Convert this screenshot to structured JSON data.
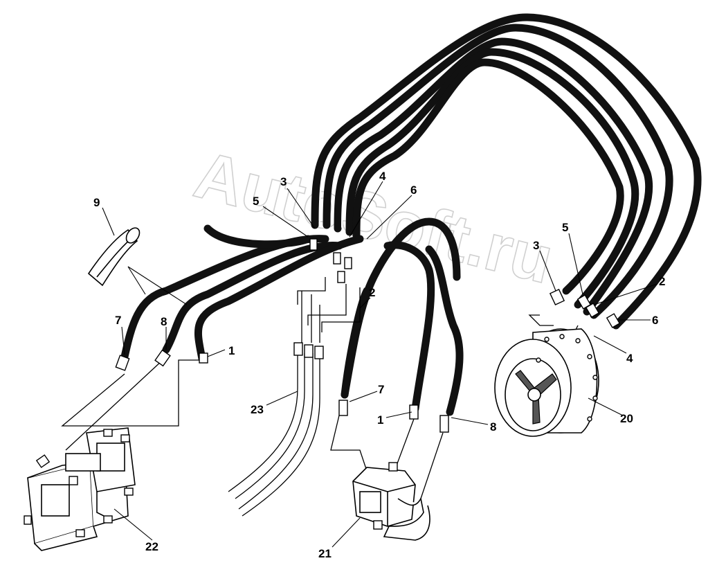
{
  "watermark": {
    "text": "AutoSoft.ru"
  },
  "callouts": [
    {
      "id": "c1a",
      "text": "1"
    },
    {
      "id": "c1b",
      "text": "1"
    },
    {
      "id": "c2a",
      "text": "2"
    },
    {
      "id": "c2b",
      "text": "2"
    },
    {
      "id": "c3a",
      "text": "3"
    },
    {
      "id": "c3b",
      "text": "3"
    },
    {
      "id": "c4a",
      "text": "4"
    },
    {
      "id": "c4b",
      "text": "4"
    },
    {
      "id": "c5a",
      "text": "5"
    },
    {
      "id": "c5b",
      "text": "5"
    },
    {
      "id": "c6a",
      "text": "6"
    },
    {
      "id": "c6b",
      "text": "6"
    },
    {
      "id": "c7a",
      "text": "7"
    },
    {
      "id": "c7b",
      "text": "7"
    },
    {
      "id": "c8a",
      "text": "8"
    },
    {
      "id": "c8b",
      "text": "8"
    },
    {
      "id": "c9",
      "text": "9"
    },
    {
      "id": "c20",
      "text": "20"
    },
    {
      "id": "c21",
      "text": "21"
    },
    {
      "id": "c22",
      "text": "22"
    },
    {
      "id": "c23",
      "text": "23"
    }
  ],
  "icons": {
    "control_valve_block": "valve-block-icon",
    "hydraulic_motor": "hydraulic-motor-icon",
    "pump": "pump-icon",
    "hose_sleeve": "hose-sleeve-icon"
  }
}
